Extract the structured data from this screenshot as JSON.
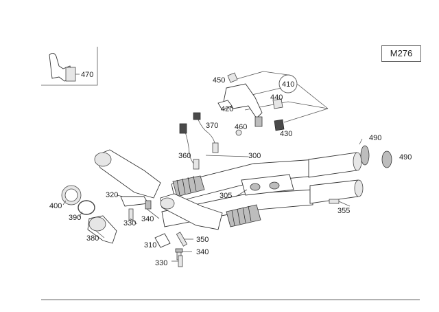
{
  "model_code": "M276",
  "callouts": {
    "c470": "470",
    "c450": "450",
    "c410": "410",
    "c440": "440",
    "c420": "420",
    "c460": "460",
    "c430": "430",
    "c370": "370",
    "c360": "360",
    "c300": "300",
    "c490a": "490",
    "c490b": "490",
    "c320": "320",
    "c400": "400",
    "c390": "390",
    "c330a": "330",
    "c340a": "340",
    "c380": "380",
    "c305": "305",
    "c355": "355",
    "c310": "310",
    "c350": "350",
    "c330b": "330",
    "c340b": "340"
  }
}
